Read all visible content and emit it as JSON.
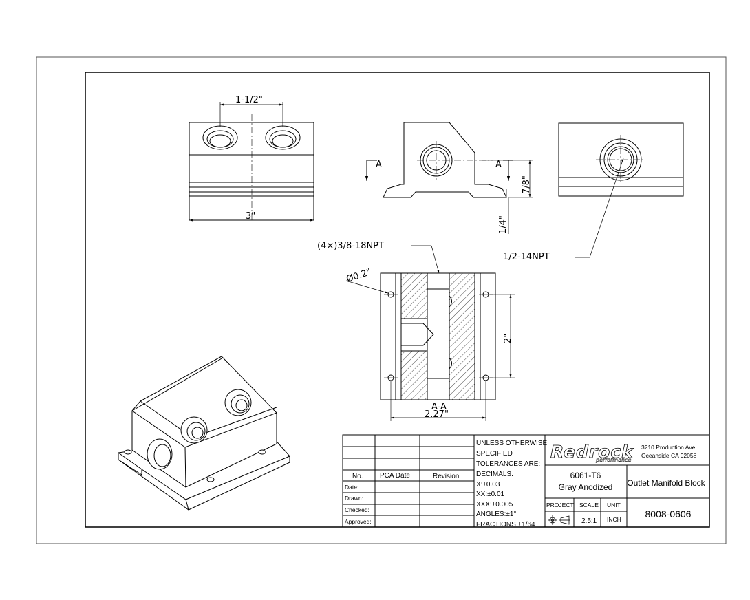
{
  "views": {
    "top": {
      "spacing_dim": "1-1/2\"",
      "width_dim": "3\""
    },
    "front": {
      "section_mark": "A",
      "height_dim": "7/8\"",
      "base_dim": "1/4\""
    },
    "side": {
      "thread_callout": "1/2-14NPT"
    },
    "section": {
      "thread_callout": "(4×)3/8-18NPT",
      "hole_dim": "Ø0.2\"",
      "spacing_dim": "2\"",
      "width_dim": "2.27\"",
      "section_label": "A-A"
    }
  },
  "title_block": {
    "revision_headers": [
      "No.",
      "PCA Date",
      "Revision"
    ],
    "signoff_labels": [
      "Date:",
      "Drawn:",
      "Checked:",
      "Approved:"
    ],
    "tolerances": [
      "UNLESS OTHERWISE",
      "SPECIFIED",
      "TOLERANCES ARE:",
      "DECIMALS.",
      "X:±0.03",
      "XX:±0.01",
      "XXX:±0.005",
      "ANGLES:±1°",
      "FRACTIONS ±1/64"
    ],
    "company": {
      "logo": "Redrock",
      "logo_sub": "performance",
      "address_line1": "3210 Production Ave.",
      "address_line2": "Oceanside CA 92058"
    },
    "material_line1": "6061-T6",
    "material_line2": "Gray Anodized",
    "part_name": "Outlet Manifold Block",
    "project_label": "PROJECT",
    "scale_label": "SCALE",
    "unit_label": "UNIT",
    "scale_value": "2.5:1",
    "unit_value": "INCH",
    "part_number": "8008-0606"
  }
}
